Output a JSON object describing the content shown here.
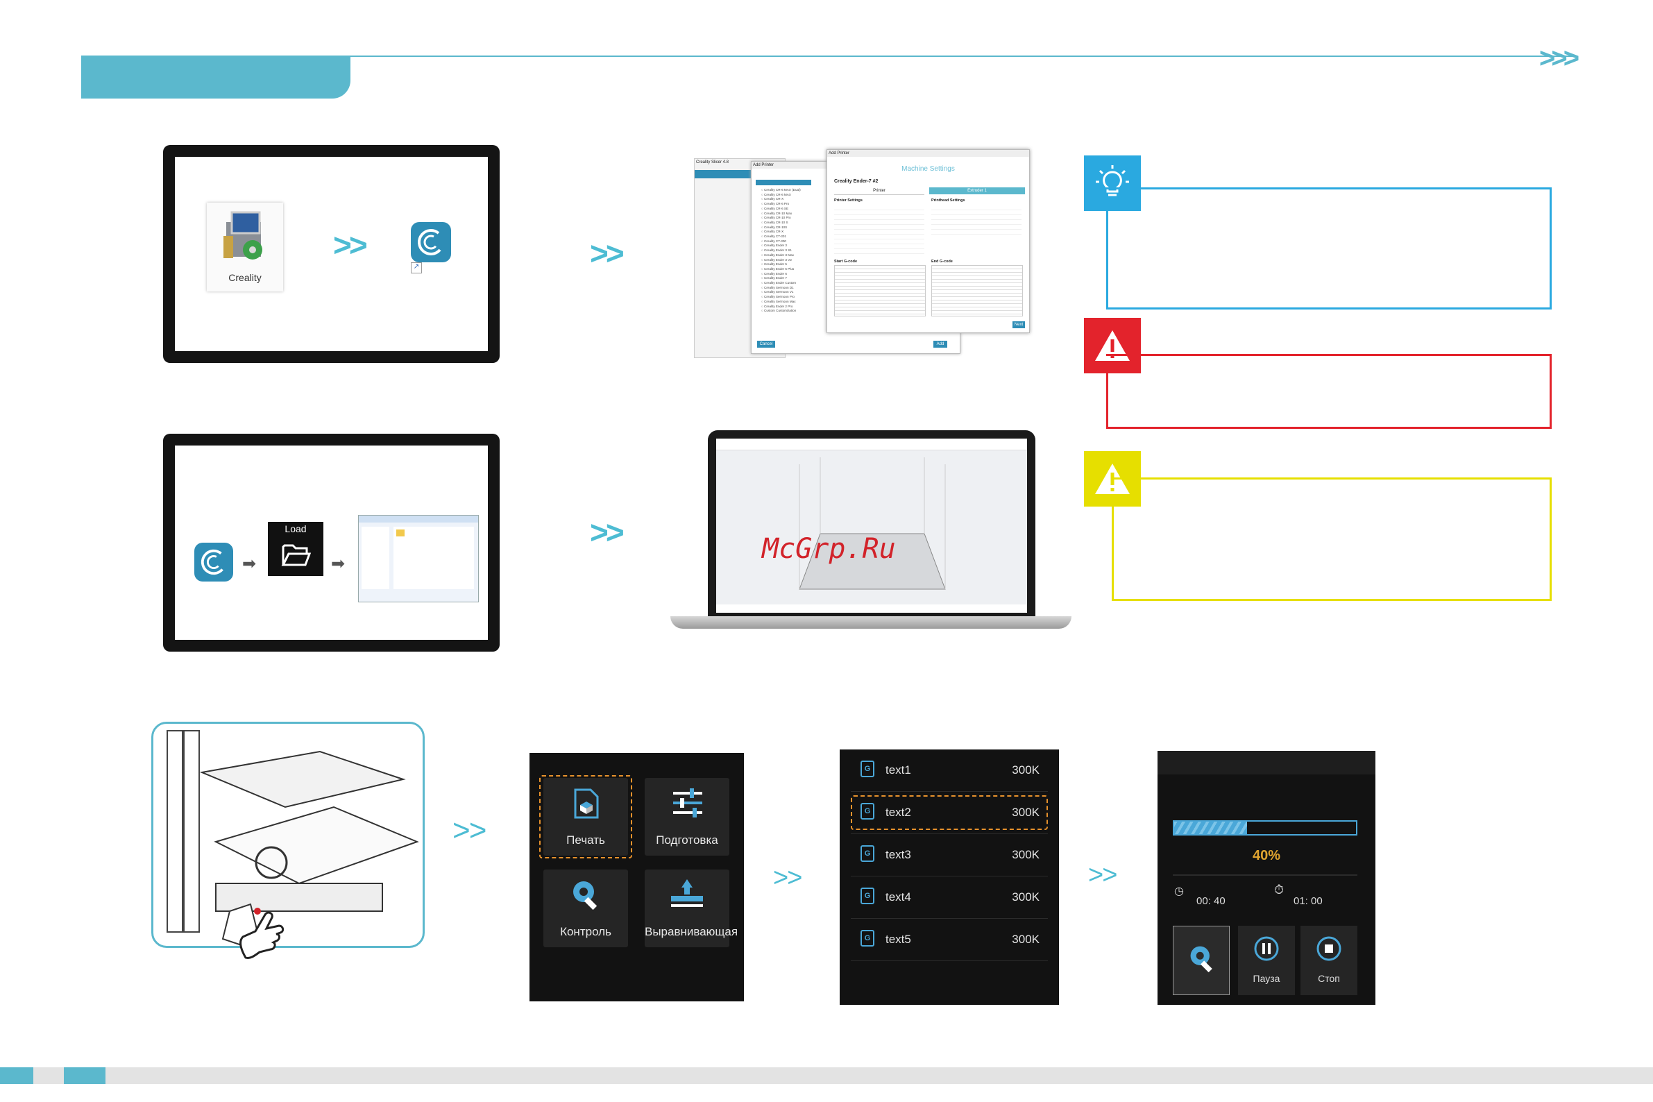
{
  "header": {
    "chevrons": ">>>"
  },
  "step1": {
    "installer_label": "Creality",
    "inner_arrow": ">>",
    "outer_arrow": ">>"
  },
  "screenshot1": {
    "window1_title": "Creality Slicer 4.8",
    "window2_title": "Add Printer",
    "window3_title": "Add Printer",
    "machine_settings": "Machine Settings",
    "printer_name": "Creality Ender-7 #2",
    "tab_printer": "Printer",
    "tab_extruder": "Extruder 1",
    "printer_settings": "Printer Settings",
    "printhead_settings": "Printhead Settings",
    "start_gcode": "Start G-code",
    "end_gcode": "End G-code",
    "next_button": "Next",
    "cancel_button": "Cancel",
    "add_button": "Add",
    "printer_list": [
      "Creality CR-6 MAX (Dual)",
      "Creality CR-6 MAX",
      "Creality CR-X",
      "Creality CR-6 Pro",
      "Creality CR-6 SE",
      "Creality CR-10 Max",
      "Creality CR-10 Pro",
      "Creality CR-10 S",
      "Creality CR-10S",
      "Creality CR-X",
      "Creality CT-301",
      "Creality CT-300",
      "Creality Ender 3",
      "Creality Ender 3 S1",
      "Creality Ender 3 Max",
      "Creality Ender 3 V2",
      "Creality Ender 5",
      "Creality Ender 5 Plus",
      "Creality Ender 6",
      "Creality Ender 7",
      "Creality Ender Custom",
      "Creality Sermoon D1",
      "Creality Sermoon V1",
      "Creality Sermoon Pro",
      "Creality Sermoon Max",
      "Creality Ender 2 Pro",
      "Custom Customization"
    ]
  },
  "step2": {
    "load_label": "Load",
    "outer_arrow": ">>"
  },
  "watermark": "McGrp.Ru",
  "printer_ui": {
    "arrow1": ">>",
    "arrow2": ">>",
    "arrow3": ">>",
    "menu": {
      "print": "Печать",
      "prepare": "Подготовка",
      "control": "Контроль",
      "level": "Выравнивающая"
    },
    "files": [
      {
        "name": "text1",
        "size": "300K"
      },
      {
        "name": "text2",
        "size": "300K"
      },
      {
        "name": "text3",
        "size": "300K"
      },
      {
        "name": "text4",
        "size": "300K"
      },
      {
        "name": "text5",
        "size": "300K"
      }
    ],
    "progress": {
      "value": 0.4,
      "percent_label": "40%",
      "elapsed": "00: 40",
      "remaining": "01: 00",
      "pause": "Пауза",
      "stop": "Стоп"
    }
  },
  "colors": {
    "accent": "#5bb8cd",
    "tip": "#2aa9e0",
    "warning": "#e3232c",
    "caution": "#e6df00",
    "progress_orange": "#e0a430"
  }
}
